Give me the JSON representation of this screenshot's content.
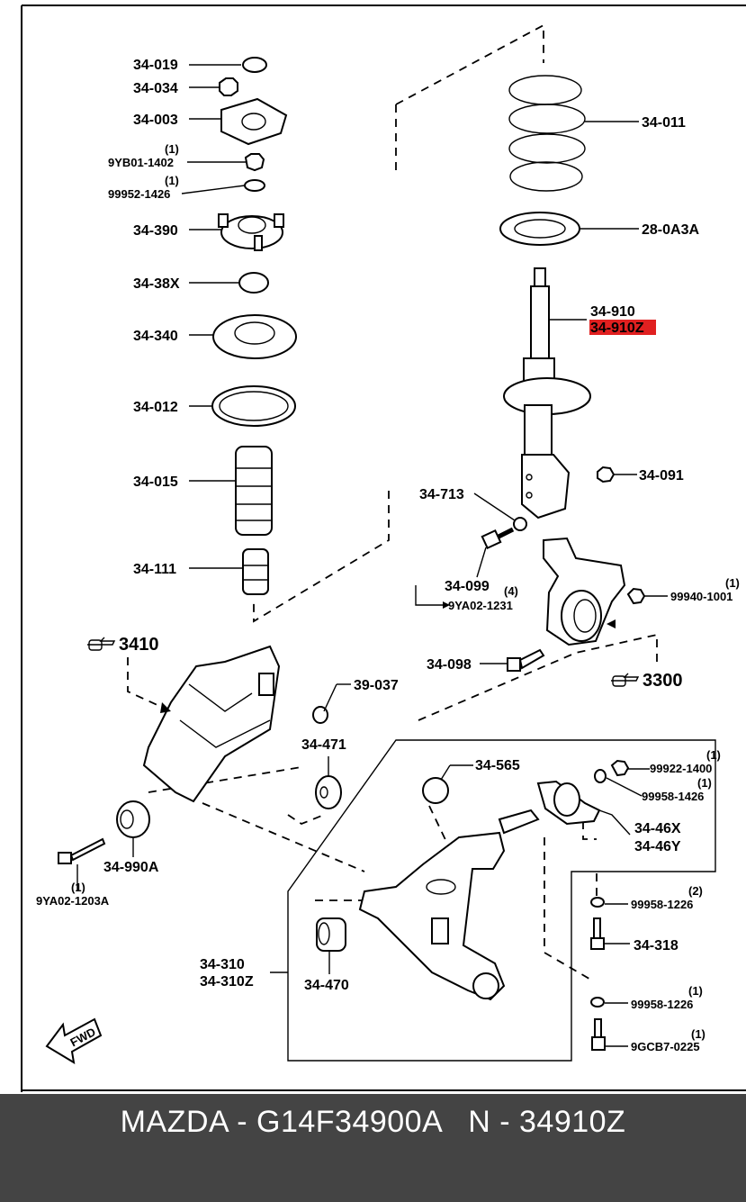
{
  "labels": {
    "p34_019": "34-019",
    "p34_034": "34-034",
    "p34_003": "34-003",
    "q_1402": "(1)",
    "p9yb01_1402": "9YB01-1402",
    "q_1426a": "(1)",
    "p99952_1426": "99952-1426",
    "p34_390": "34-390",
    "p34_38x": "34-38X",
    "p34_340": "34-340",
    "p34_012": "34-012",
    "p34_015": "34-015",
    "p34_111": "34-111",
    "p34_011": "34-011",
    "p28_0a3a": "28-0A3A",
    "p34_910": "34-910",
    "p34_910z": "34-910Z",
    "p34_091": "34-091",
    "p34_713": "34-713",
    "p34_099": "34-099",
    "q_1231": "(4)",
    "p9ya02_1231": "9YA02-1231",
    "q_1001": "(1)",
    "p99940_1001": "99940-1001",
    "p34_098": "34-098",
    "ref_3410": "3410",
    "ref_3300": "3300",
    "p39_037": "39-037",
    "p34_471": "34-471",
    "p34_565": "34-565",
    "q_1400": "(1)",
    "p99922_1400": "99922-1400",
    "q_1426b": "(1)",
    "p99958_1426": "99958-1426",
    "p34_46x": "34-46X",
    "p34_46y": "34-46Y",
    "p34_990a": "34-990A",
    "q_1203": "(1)",
    "p9ya02_1203a": "9YA02-1203A",
    "q_1226a": "(2)",
    "p99958_1226a": "99958-1226",
    "p34_318": "34-318",
    "p34_310": "34-310",
    "p34_310z": "34-310Z",
    "p34_470": "34-470",
    "q_1226b": "(1)",
    "p99958_1226b": "99958-1226",
    "q_0225": "(1)",
    "p9gcb7_0225": "9GCB7-0225",
    "fwd": "FWD"
  },
  "colors": {
    "highlight": "#e02020",
    "footer_bg": "#444444",
    "footer_text": "#ffffff"
  },
  "footer": {
    "text": "MAZDA - G14F34900A   N - 34910Z"
  }
}
